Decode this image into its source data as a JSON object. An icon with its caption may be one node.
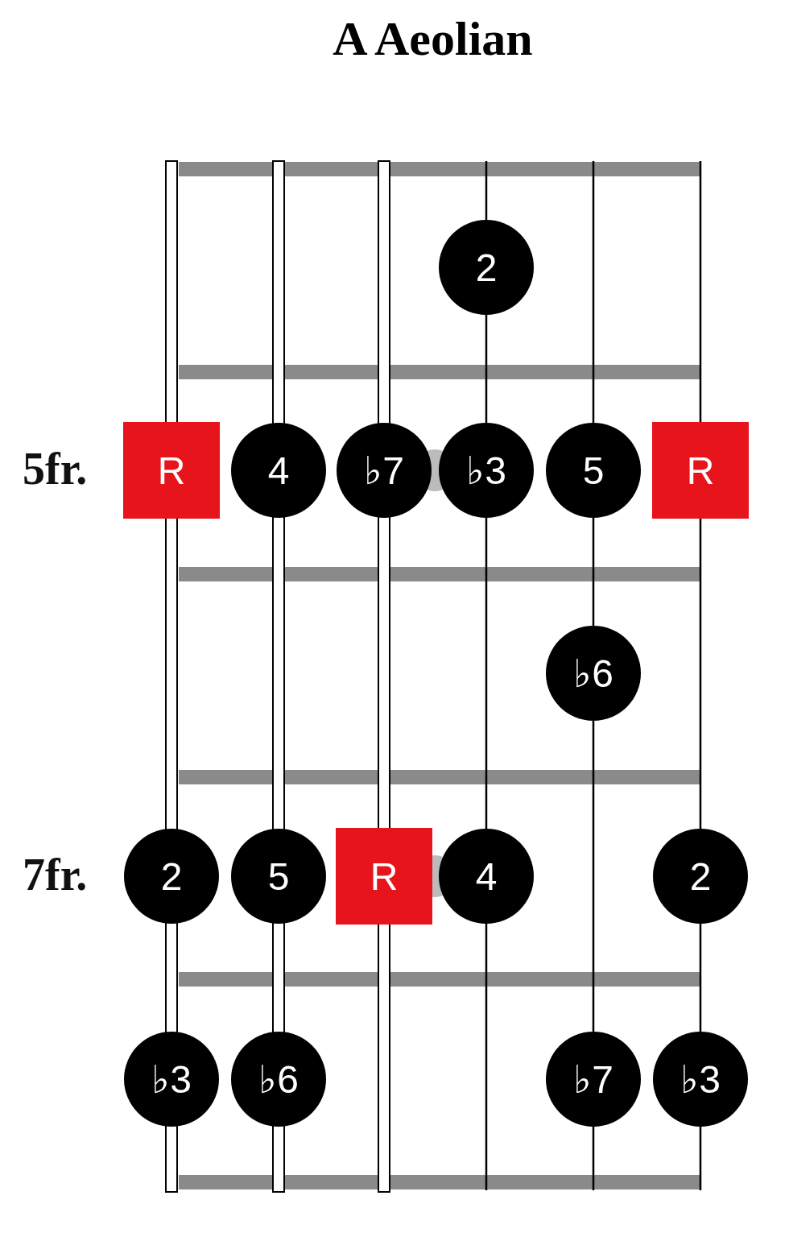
{
  "diagram": {
    "title": "A Aeolian",
    "nodes": [
      {
        "text": [
          "2"
        ]
      },
      {
        "text": [
          "R"
        ]
      },
      {
        "text": [
          "4"
        ]
      },
      {
        "text": [
          "♭7"
        ]
      },
      {
        "text": [
          "♭3"
        ]
      },
      {
        "text": [
          "5"
        ]
      },
      {
        "text": [
          "R"
        ]
      },
      {
        "text": [
          "♭6"
        ]
      },
      {
        "text": [
          "2"
        ]
      },
      {
        "text": [
          "5"
        ]
      },
      {
        "text": [
          "R"
        ]
      },
      {
        "text": [
          "4"
        ]
      },
      {
        "text": [
          "2"
        ]
      },
      {
        "text": [
          "♭3"
        ]
      },
      {
        "text": [
          "♭6"
        ]
      },
      {
        "text": [
          "♭7"
        ]
      },
      {
        "text": [
          "♭3"
        ]
      }
    ],
    "edges": [],
    "labels": [
      "5fr.",
      "7fr."
    ]
  }
}
